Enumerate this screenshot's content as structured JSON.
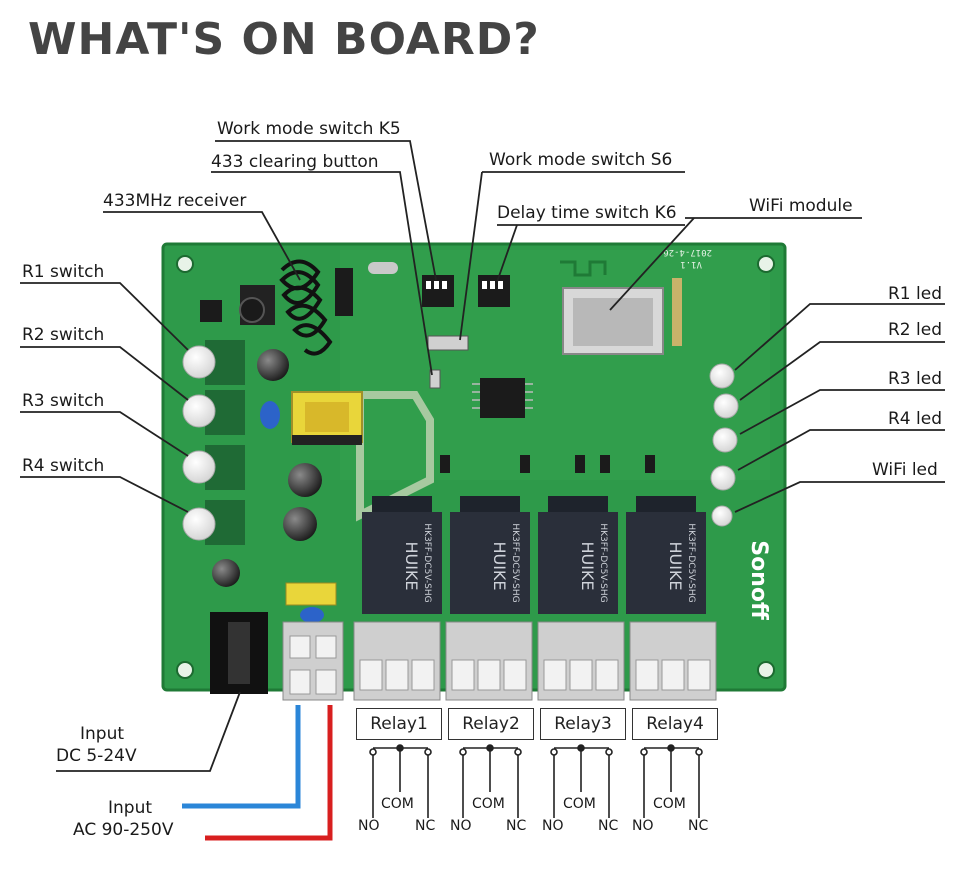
{
  "title": "WHAT'S ON BOARD?",
  "labels": {
    "work_mode_k5": "Work mode switch K5",
    "clearing_433": "433 clearing button",
    "work_mode_s6": "Work mode switch S6",
    "receiver_433": "433MHz receiver",
    "delay_k6": "Delay time switch K6",
    "wifi_module": "WiFi module",
    "r1_switch": "R1 switch",
    "r2_switch": "R2 switch",
    "r3_switch": "R3 switch",
    "r4_switch": "R4 switch",
    "r1_led": "R1 led",
    "r2_led": "R2 led",
    "r3_led": "R3 led",
    "r4_led": "R4 led",
    "wifi_led": "WiFi led",
    "input_dc_1": "Input",
    "input_dc_2": "DC 5-24V",
    "input_ac_1": "Input",
    "input_ac_2": "AC 90-250V"
  },
  "relays": [
    {
      "name": "Relay1",
      "com": "COM",
      "no": "NO",
      "nc": "NC"
    },
    {
      "name": "Relay2",
      "com": "COM",
      "no": "NO",
      "nc": "NC"
    },
    {
      "name": "Relay3",
      "com": "COM",
      "no": "NO",
      "nc": "NC"
    },
    {
      "name": "Relay4",
      "com": "COM",
      "no": "NO",
      "nc": "NC"
    }
  ],
  "board": {
    "relay_brand": "HUIKE",
    "relay_model": "HK3FF-DC5V-SHG",
    "silkscreen_brand": "Sonoff",
    "silkscreen_ver": "V1.1",
    "silkscreen_date": "2017-4-26"
  },
  "colors": {
    "pcb": "#2e9a4a",
    "pcb_dark": "#1f7a36",
    "relay": "#2a2f3a",
    "terminal": "#cfcfcf",
    "wire_blue": "#2b86d8",
    "wire_red": "#d81f1f",
    "leader": "#222222"
  }
}
